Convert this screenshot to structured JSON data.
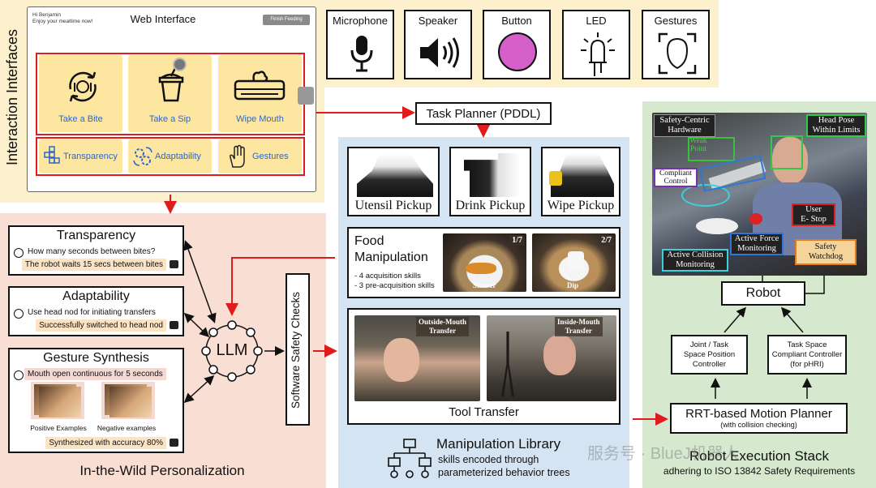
{
  "interaction": {
    "side_label": "Interaction Interfaces",
    "web": {
      "greeting_line1": "Hi Benjamin",
      "greeting_line2": "Enjoy your mealtime now!",
      "title": "Web Interface",
      "finish_button": "Finish Feeding",
      "tiles": [
        {
          "label": "Take a Bite",
          "icon": "plate-arrows-icon"
        },
        {
          "label": "Take a Sip",
          "icon": "cup-straw-icon"
        },
        {
          "label": "Wipe Mouth",
          "icon": "tissue-box-icon"
        }
      ],
      "mini_tiles": [
        {
          "label": "Transparency",
          "icon": "blocks-icon"
        },
        {
          "label": "Adaptability",
          "icon": "gears-icon"
        },
        {
          "label": "Gestures",
          "icon": "hand-icon"
        }
      ]
    },
    "devices": [
      {
        "label": "Microphone",
        "icon": "microphone-icon"
      },
      {
        "label": "Speaker",
        "icon": "speaker-icon"
      },
      {
        "label": "Button",
        "icon": "button-icon"
      },
      {
        "label": "LED",
        "icon": "led-icon"
      },
      {
        "label": "Gestures",
        "icon": "face-scan-icon"
      }
    ]
  },
  "personalization": {
    "footer": "In-the-Wild Personalization",
    "transparency": {
      "title": "Transparency",
      "question": "How many seconds between bites?",
      "answer": "The robot waits 15 secs between bites"
    },
    "adaptability": {
      "title": "Adaptability",
      "question": "Use head nod for initiating transfers",
      "answer": "Successfully switched to head nod"
    },
    "gesture": {
      "title": "Gesture Synthesis",
      "question": "Mouth open continuous for 5 seconds",
      "positive": "Positive Examples",
      "negative": "Negative examples",
      "answer": "Synthesized with accuracy 80%"
    },
    "llm": "LLM",
    "safety_checks": "Software Safety Checks"
  },
  "manipulation": {
    "task_planner": "Task Planner (PDDL)",
    "pickups": [
      "Utensil Pickup",
      "Drink Pickup",
      "Wipe Pickup"
    ],
    "food": {
      "title_line1": "Food",
      "title_line2": "Manipulation",
      "bullet1": "- 4 acquisition skills",
      "bullet2": "- 3 pre-acquisition skills",
      "photo1_count": "1/7",
      "photo1_label": "Skewer",
      "photo2_count": "2/7",
      "photo2_label": "Dip"
    },
    "tool": {
      "title": "Tool Transfer",
      "outside_line1": "Outside-Mouth",
      "outside_line2": "Transfer",
      "inside_line1": "Inside-Mouth",
      "inside_line2": "Transfer"
    },
    "library": {
      "title": "Manipulation Library",
      "line1": "skills encoded through",
      "line2": "parameterized behavior trees"
    }
  },
  "execution": {
    "annotations": {
      "hardware_line1": "Safety-Centric",
      "hardware_line2": "Hardware",
      "weak_line1": "Weak",
      "weak_line2": "Point",
      "compliant_line1": "Compliant",
      "compliant_line2": "Control",
      "headpose_line1": "Head Pose",
      "headpose_line2": "Within Limits",
      "estop_line1": "User",
      "estop_line2": "E- Stop",
      "force_line1": "Active Force",
      "force_line2": "Monitoring",
      "collision_line1": "Active Collision",
      "collision_line2": "Monitoring",
      "watchdog_line1": "Safety",
      "watchdog_line2": "Watchdog"
    },
    "robot": "Robot",
    "joint_line1": "Joint / Task",
    "joint_line2": "Space Position",
    "joint_line3": "Controller",
    "compliant_line1": "Task Space",
    "compliant_line2": "Compliant Controller",
    "compliant_line3": "(for pHRI)",
    "rrt": "RRT-based Motion Planner",
    "rrt_sub": "(with collision checking)",
    "stack_title": "Robot Execution Stack",
    "stack_sub": "adhering to ISO 13842 Safety Requirements"
  },
  "watermark": "服务号 · BlueJ机器人",
  "colors": {
    "interaction_bg": "#fdf0cc",
    "personalization_bg": "#f9dfd3",
    "manipulation_bg": "#d4e4f3",
    "execution_bg": "#d6e9cf",
    "arrow_red": "#e01b1b",
    "tile_yellow": "#fde6a0",
    "tile_text": "#2d67c9",
    "button_magenta": "#d45fc9"
  }
}
